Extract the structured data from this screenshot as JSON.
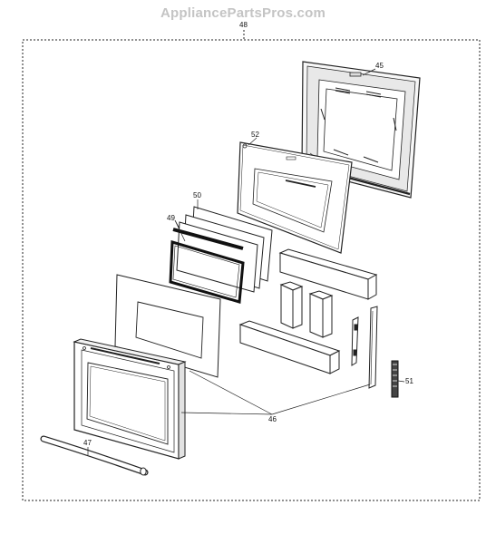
{
  "watermark": "AppliancePartsPros.com",
  "callouts": {
    "assembly": "48",
    "inner_door": "45",
    "door_liner": "52",
    "glass_pack": "50",
    "gaskets": "49",
    "outer_door_parts": "46",
    "handle_end": "51",
    "handle": "47"
  }
}
